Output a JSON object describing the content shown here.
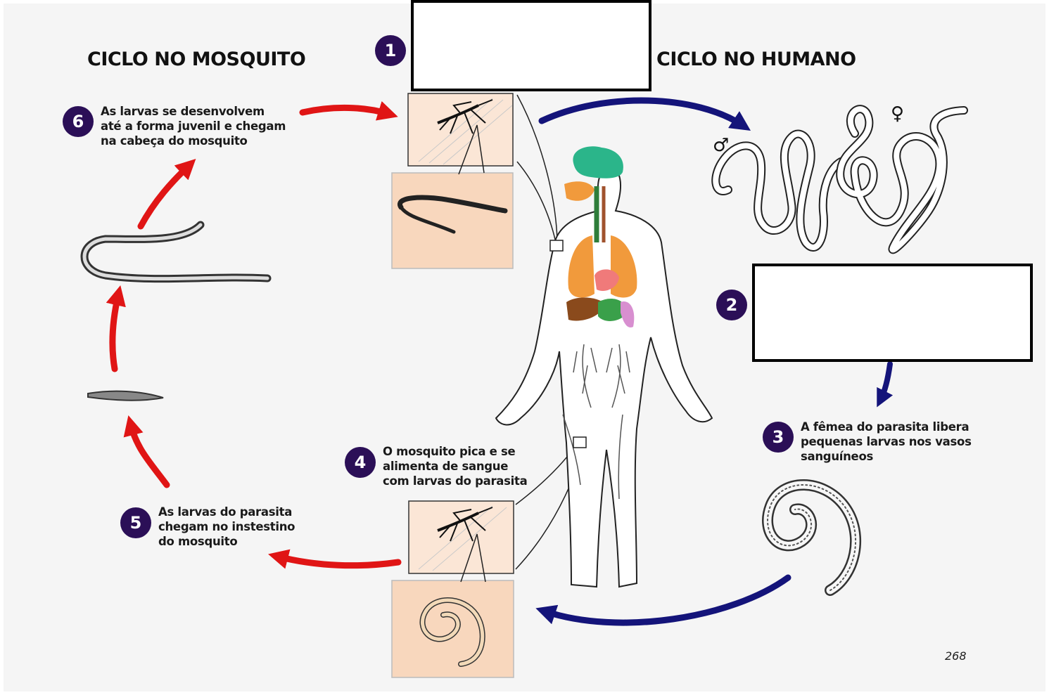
{
  "headings": {
    "mosquito_cycle": "CICLO NO MOSQUITO",
    "human_cycle": "CICLO NO HUMANO"
  },
  "steps": [
    {
      "number": "1",
      "lines": []
    },
    {
      "number": "2",
      "lines": []
    },
    {
      "number": "3",
      "lines": [
        "A fêmea do parasita libera",
        "pequenas larvas nos vasos",
        "sanguíneos"
      ]
    },
    {
      "number": "4",
      "lines": [
        "O mosquito pica e se",
        "alimenta de sangue",
        "com larvas do parasita"
      ]
    },
    {
      "number": "5",
      "lines": [
        "As larvas do parasita",
        "chegam no instestino",
        "do mosquito"
      ]
    },
    {
      "number": "6",
      "lines": [
        "As larvas se desenvolvem",
        "até a forma juvenil e chegam",
        "na cabeça do mosquito"
      ]
    }
  ],
  "symbols": {
    "male": "♂",
    "female": "♀"
  },
  "page_number": "268",
  "colors": {
    "background": "#f5f5f5",
    "badge": "#2b0f57",
    "human_arrow": "#14147a",
    "mosquito_arrow": "#e01515",
    "inset_skin": "#f8d7bd",
    "brain": "#2bb58a",
    "lungs": "#f19a3c",
    "heart": "#f07a7a",
    "liver": "#8a4a1c",
    "stomach": "#3aa04a",
    "intestine": "#d88fd0"
  }
}
